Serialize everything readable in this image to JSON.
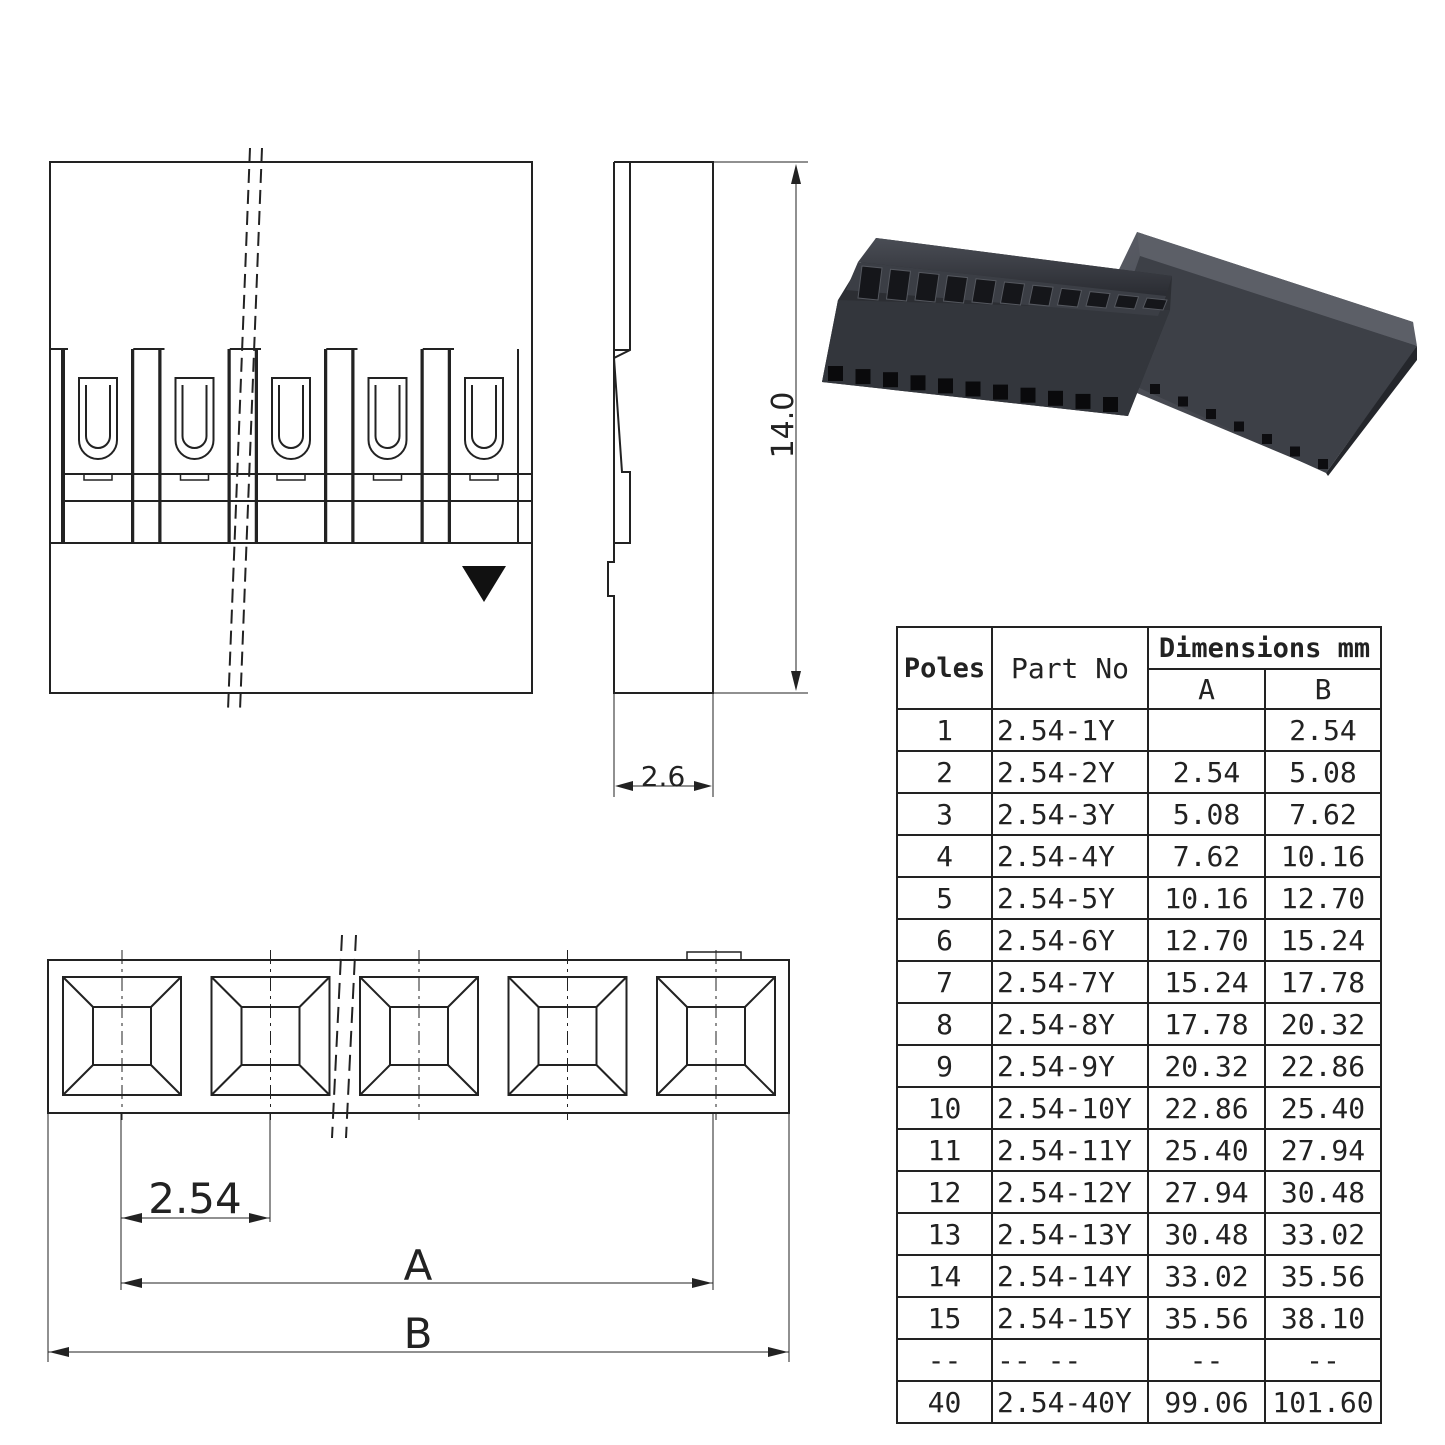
{
  "labels": {
    "height_dim": "14.0",
    "thickness_dim": "2.6",
    "pitch_dim": "2.54",
    "length_a": "A",
    "length_b": "B"
  },
  "table": {
    "headers": {
      "poles": "Poles",
      "part_no": "Part No",
      "dimensions": "Dimensions mm",
      "col_a": "A",
      "col_b": "B"
    },
    "rows": [
      {
        "poles": "1",
        "part": "2.54-1Y",
        "a": "",
        "b": "2.54"
      },
      {
        "poles": "2",
        "part": "2.54-2Y",
        "a": "2.54",
        "b": "5.08"
      },
      {
        "poles": "3",
        "part": "2.54-3Y",
        "a": "5.08",
        "b": "7.62"
      },
      {
        "poles": "4",
        "part": "2.54-4Y",
        "a": "7.62",
        "b": "10.16"
      },
      {
        "poles": "5",
        "part": "2.54-5Y",
        "a": "10.16",
        "b": "12.70"
      },
      {
        "poles": "6",
        "part": "2.54-6Y",
        "a": "12.70",
        "b": "15.24"
      },
      {
        "poles": "7",
        "part": "2.54-7Y",
        "a": "15.24",
        "b": "17.78"
      },
      {
        "poles": "8",
        "part": "2.54-8Y",
        "a": "17.78",
        "b": "20.32"
      },
      {
        "poles": "9",
        "part": "2.54-9Y",
        "a": "20.32",
        "b": "22.86"
      },
      {
        "poles": "10",
        "part": "2.54-10Y",
        "a": "22.86",
        "b": "25.40"
      },
      {
        "poles": "11",
        "part": "2.54-11Y",
        "a": "25.40",
        "b": "27.94"
      },
      {
        "poles": "12",
        "part": "2.54-12Y",
        "a": "27.94",
        "b": "30.48"
      },
      {
        "poles": "13",
        "part": "2.54-13Y",
        "a": "30.48",
        "b": "33.02"
      },
      {
        "poles": "14",
        "part": "2.54-14Y",
        "a": "33.02",
        "b": "35.56"
      },
      {
        "poles": "15",
        "part": "2.54-15Y",
        "a": "35.56",
        "b": "38.10"
      },
      {
        "poles": "--",
        "part": "-- --",
        "a": "--",
        "b": "--"
      },
      {
        "poles": "40",
        "part": "2.54-40Y",
        "a": "99.06",
        "b": "101.60"
      }
    ]
  }
}
